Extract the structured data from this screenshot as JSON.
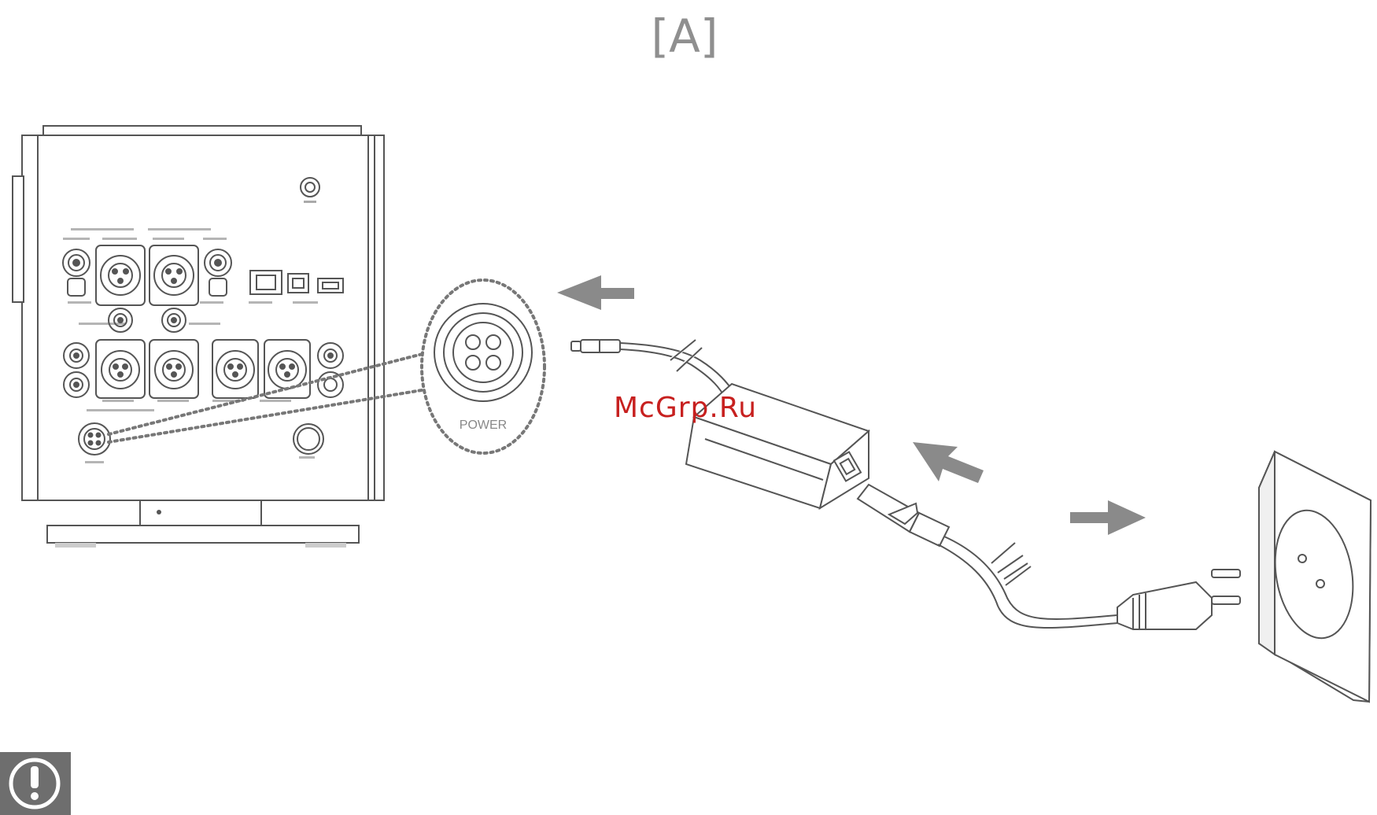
{
  "brand_mark": "[A]",
  "watermark": "McGrp.Ru",
  "callout": {
    "label": "POWER"
  },
  "icons": {
    "brand": "brand-logo-icon",
    "device": "device-rear-panel-icon",
    "adapter": "power-adapter-icon",
    "plug": "wall-plug-icon",
    "outlet": "wall-outlet-icon",
    "warning": "exclamation-warning-icon",
    "arrow": "arrow-icon"
  },
  "colors": {
    "line": "#555555",
    "arrow": "#8a8a8a",
    "watermark": "#c7201f",
    "warning_bg": "#6e6e6e"
  }
}
